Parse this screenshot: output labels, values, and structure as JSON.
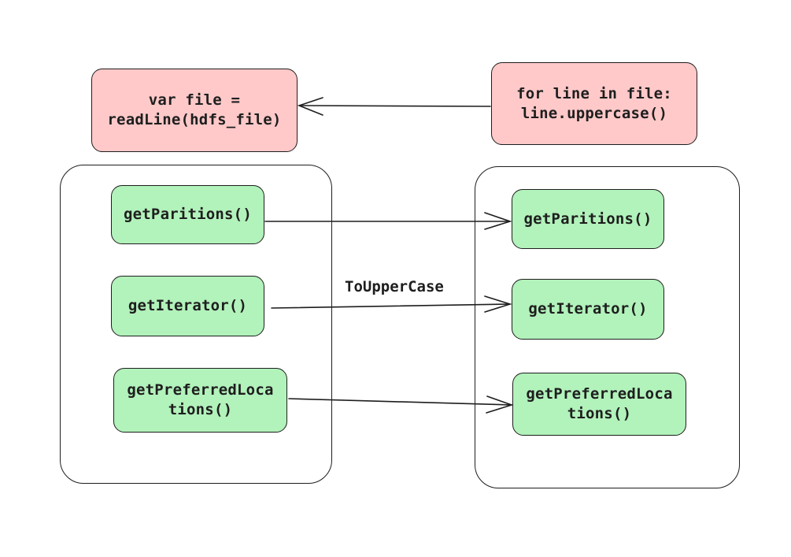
{
  "top": {
    "left_box": "var file =\nreadLine(hdfs_file)",
    "right_box": "for line in file:\nline.uppercase()"
  },
  "left_rdd": {
    "items": [
      "getParitions()",
      "getIterator()",
      "getPreferredLoca\ntions()"
    ]
  },
  "right_rdd": {
    "items": [
      "getParitions()",
      "getIterator()",
      "getPreferredLoca\ntions()"
    ]
  },
  "edge_label": "ToUpperCase",
  "colors": {
    "red_fill": "#ffc9c9",
    "green_fill": "#b2f2bb",
    "stroke": "#1e1e1e"
  }
}
